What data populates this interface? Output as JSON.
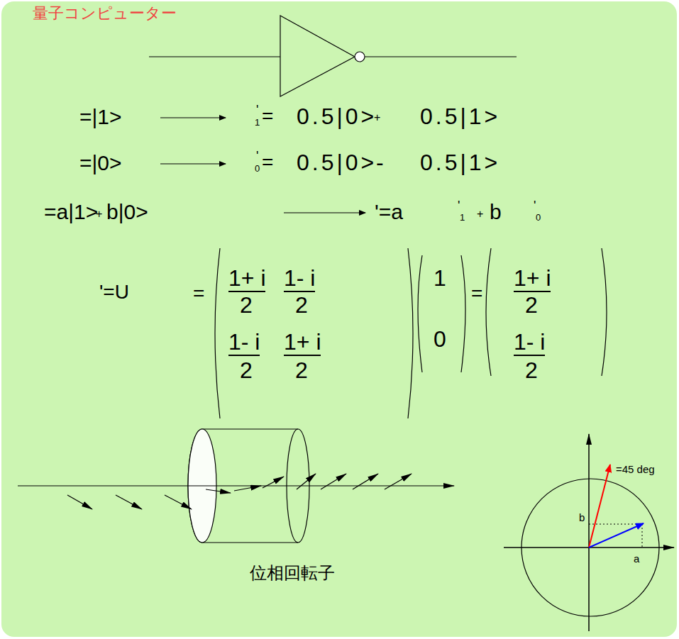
{
  "diagram": {
    "title": "量子コンピューター",
    "labels": [
      "=|1>",
      "'",
      "1",
      "=",
      "0.5|0>",
      "+",
      "0.5|1>",
      "=|0>",
      "'",
      "0",
      "=",
      "0.5|0>",
      "-",
      "0.5|1>",
      "=a|1>",
      "+",
      "b|0>",
      "'=a",
      "'",
      "1",
      "+",
      "b",
      "'",
      "0",
      "'=U",
      "=",
      "1+ i",
      "2",
      "1- i",
      "2",
      "1- i",
      "2",
      "1+ i",
      "2",
      "1",
      "0",
      "=",
      "1+ i",
      "2",
      "1- i",
      "2",
      "=45 deg",
      "b",
      "a",
      "位相回転子"
    ]
  }
}
